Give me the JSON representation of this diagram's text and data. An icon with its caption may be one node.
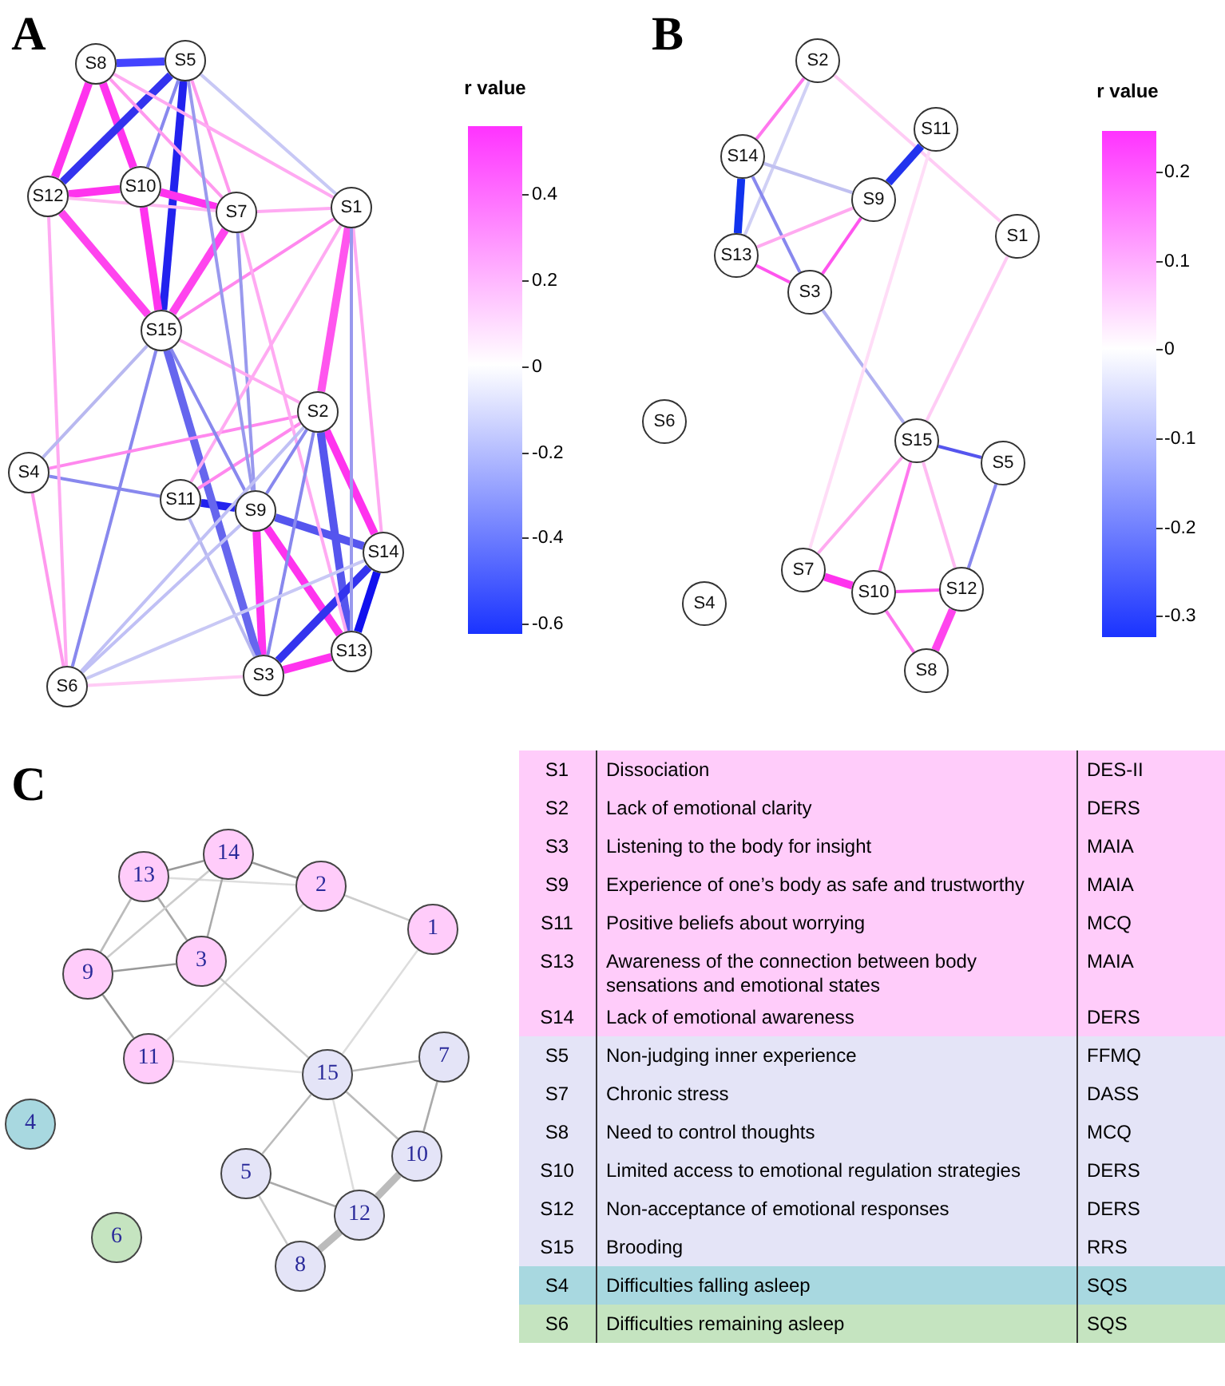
{
  "diagram": {
    "nodes": [
      {
        "text": [
          "S8"
        ]
      },
      {
        "text": [
          "S5"
        ]
      },
      {
        "text": [
          "S12"
        ]
      },
      {
        "text": [
          "S10"
        ]
      },
      {
        "text": [
          "S7"
        ]
      },
      {
        "text": [
          "S1"
        ]
      },
      {
        "text": [
          "S15"
        ]
      },
      {
        "text": [
          "S2"
        ]
      },
      {
        "text": [
          "S4"
        ]
      },
      {
        "text": [
          "S11"
        ]
      },
      {
        "text": [
          "S9"
        ]
      },
      {
        "text": [
          "S14"
        ]
      },
      {
        "text": [
          "S13"
        ]
      },
      {
        "text": [
          "S3"
        ]
      },
      {
        "text": [
          "S6"
        ]
      },
      {
        "text": [
          "S2"
        ]
      },
      {
        "text": [
          "S11"
        ]
      },
      {
        "text": [
          "S14"
        ]
      },
      {
        "text": [
          "S9"
        ]
      },
      {
        "text": [
          "S1"
        ]
      },
      {
        "text": [
          "S13"
        ]
      },
      {
        "text": [
          "S3"
        ]
      },
      {
        "text": [
          "S6"
        ]
      },
      {
        "text": [
          "S15"
        ]
      },
      {
        "text": [
          "S5"
        ]
      },
      {
        "text": [
          "S7"
        ]
      },
      {
        "text": [
          "S12"
        ]
      },
      {
        "text": [
          "S10"
        ]
      },
      {
        "text": [
          "S4"
        ]
      },
      {
        "text": [
          "S8"
        ]
      },
      {
        "text": [
          "14"
        ]
      },
      {
        "text": [
          "2"
        ]
      },
      {
        "text": [
          "13"
        ]
      },
      {
        "text": [
          "1"
        ]
      },
      {
        "text": [
          "3"
        ]
      },
      {
        "text": [
          "9"
        ]
      },
      {
        "text": [
          "11"
        ]
      },
      {
        "text": [
          "7"
        ]
      },
      {
        "text": [
          "15"
        ]
      },
      {
        "text": [
          "4"
        ]
      },
      {
        "text": [
          "10"
        ]
      },
      {
        "text": [
          "5"
        ]
      },
      {
        "text": [
          "12"
        ]
      },
      {
        "text": [
          "6"
        ]
      },
      {
        "text": [
          "8"
        ]
      }
    ],
    "edges": [
      {
        "from": 0,
        "to": 1,
        "arrow": "none",
        "style": "thick",
        "color": "#4444ff"
      },
      {
        "from": 0,
        "to": 2,
        "arrow": "none",
        "style": "thick",
        "color": "#ff33ee"
      },
      {
        "from": 0,
        "to": 3,
        "arrow": "none",
        "style": "thick",
        "color": "#ff33ee"
      },
      {
        "from": 1,
        "to": 2,
        "arrow": "none",
        "style": "thick",
        "color": "#3333ee"
      },
      {
        "from": 1,
        "to": 6,
        "arrow": "none",
        "style": "thick",
        "color": "#2222ee"
      },
      {
        "from": 2,
        "to": 3,
        "arrow": "none",
        "style": "thick",
        "color": "#ff33ee"
      },
      {
        "from": 3,
        "to": 4,
        "arrow": "none",
        "style": "thick",
        "color": "#ff33ee"
      },
      {
        "from": 3,
        "to": 6,
        "arrow": "none",
        "style": "thick",
        "color": "#ff33ee"
      },
      {
        "from": 2,
        "to": 6,
        "arrow": "none",
        "style": "thick",
        "color": "#ff44ee"
      },
      {
        "from": 4,
        "to": 6,
        "arrow": "none",
        "style": "thick",
        "color": "#ff44ee"
      },
      {
        "from": 5,
        "to": 7,
        "arrow": "none",
        "style": "thick",
        "color": "#ff55ee"
      },
      {
        "from": 7,
        "to": 11,
        "arrow": "none",
        "style": "thick",
        "color": "#ff33ee"
      },
      {
        "from": 7,
        "to": 12,
        "arrow": "none",
        "style": "thick",
        "color": "#5555ee"
      },
      {
        "from": 9,
        "to": 10,
        "arrow": "none",
        "style": "thick",
        "color": "#2222ee"
      },
      {
        "from": 10,
        "to": 11,
        "arrow": "none",
        "style": "thick",
        "color": "#5555ee"
      },
      {
        "from": 10,
        "to": 13,
        "arrow": "none",
        "style": "thick",
        "color": "#ff33ee"
      },
      {
        "from": 10,
        "to": 12,
        "arrow": "none",
        "style": "thick",
        "color": "#ff33ee"
      },
      {
        "from": 11,
        "to": 13,
        "arrow": "none",
        "style": "thick",
        "color": "#3333ee"
      },
      {
        "from": 11,
        "to": 12,
        "arrow": "none",
        "style": "thick",
        "color": "#1111ee"
      },
      {
        "from": 13,
        "to": 12,
        "arrow": "none",
        "style": "thick",
        "color": "#ff33ee"
      },
      {
        "from": 6,
        "to": 13,
        "arrow": "none",
        "style": "thick",
        "color": "#6666ee"
      },
      {
        "from": 14,
        "to": 6,
        "arrow": "none",
        "color": "#8888ee"
      },
      {
        "from": 8,
        "to": 9,
        "arrow": "none",
        "color": "#8888ee"
      },
      {
        "from": 8,
        "to": 7,
        "arrow": "none",
        "color": "#ff88ee"
      },
      {
        "from": 9,
        "to": 7,
        "arrow": "none",
        "color": "#ff88ee"
      },
      {
        "from": 5,
        "to": 6,
        "arrow": "none",
        "color": "#ff88ee"
      },
      {
        "from": 14,
        "to": 8,
        "arrow": "none",
        "color": "#ff99ee"
      },
      {
        "from": 1,
        "to": 3,
        "arrow": "none",
        "color": "#8888ee"
      },
      {
        "from": 1,
        "to": 4,
        "arrow": "none",
        "color": "#ff99ee"
      },
      {
        "from": 1,
        "to": 5,
        "arrow": "none",
        "color": "#c8c8f5"
      },
      {
        "from": 0,
        "to": 4,
        "arrow": "none",
        "color": "#ff99ee"
      },
      {
        "from": 0,
        "to": 5,
        "arrow": "none",
        "color": "#ffaaf2"
      },
      {
        "from": 2,
        "to": 4,
        "arrow": "none",
        "color": "#ffbbf2"
      },
      {
        "from": 2,
        "to": 14,
        "arrow": "none",
        "color": "#ffaaf2"
      },
      {
        "from": 4,
        "to": 5,
        "arrow": "none",
        "color": "#ffaaf2"
      },
      {
        "from": 4,
        "to": 10,
        "arrow": "none",
        "color": "#9999ee"
      },
      {
        "from": 4,
        "to": 12,
        "arrow": "none",
        "color": "#ffaaf2"
      },
      {
        "from": 5,
        "to": 9,
        "arrow": "none",
        "color": "#ffaaf2"
      },
      {
        "from": 5,
        "to": 11,
        "arrow": "none",
        "color": "#ffaaf2"
      },
      {
        "from": 5,
        "to": 12,
        "arrow": "none",
        "color": "#9999ee"
      },
      {
        "from": 6,
        "to": 7,
        "arrow": "none",
        "color": "#ffaaf2"
      },
      {
        "from": 6,
        "to": 10,
        "arrow": "none",
        "color": "#8888ee"
      },
      {
        "from": 1,
        "to": 10,
        "arrow": "none",
        "color": "#9999ee"
      },
      {
        "from": 7,
        "to": 10,
        "arrow": "none",
        "color": "#8888ee"
      },
      {
        "from": 7,
        "to": 13,
        "arrow": "none",
        "color": "#8888ee"
      },
      {
        "from": 8,
        "to": 6,
        "arrow": "none",
        "color": "#b8b8f0"
      },
      {
        "from": 9,
        "to": 13,
        "arrow": "none",
        "color": "#b8b8f0"
      },
      {
        "from": 14,
        "to": 10,
        "arrow": "none",
        "color": "#c0c0f5"
      },
      {
        "from": 14,
        "to": 7,
        "arrow": "none",
        "color": "#c0c0f5"
      },
      {
        "from": 14,
        "to": 13,
        "arrow": "none",
        "color": "#ffccf5"
      },
      {
        "from": 14,
        "to": 11,
        "arrow": "none",
        "color": "#c8c8f5"
      },
      {
        "from": 15,
        "to": 17,
        "arrow": "none",
        "color": "#ff77ee"
      },
      {
        "from": 15,
        "to": 20,
        "arrow": "none",
        "color": "#d0d0f5"
      },
      {
        "from": 15,
        "to": 19,
        "arrow": "none",
        "color": "#ffccf5"
      },
      {
        "from": 16,
        "to": 18,
        "arrow": "none",
        "style": "thick",
        "color": "#2233ee"
      },
      {
        "from": 17,
        "to": 20,
        "arrow": "none",
        "style": "thick",
        "color": "#1133ee"
      },
      {
        "from": 17,
        "to": 18,
        "arrow": "none",
        "color": "#c0c0f0"
      },
      {
        "from": 17,
        "to": 21,
        "arrow": "none",
        "color": "#8888ee"
      },
      {
        "from": 20,
        "to": 18,
        "arrow": "none",
        "color": "#ffaaf0"
      },
      {
        "from": 20,
        "to": 21,
        "arrow": "none",
        "color": "#ff55ee"
      },
      {
        "from": 18,
        "to": 21,
        "arrow": "none",
        "color": "#ff55ee"
      },
      {
        "from": 21,
        "to": 23,
        "arrow": "none",
        "color": "#b0b0f0"
      },
      {
        "from": 19,
        "to": 23,
        "arrow": "none",
        "color": "#ffccf5"
      },
      {
        "from": 16,
        "to": 25,
        "arrow": "none",
        "color": "#ffddf7"
      },
      {
        "from": 23,
        "to": 24,
        "arrow": "none",
        "color": "#5555ee"
      },
      {
        "from": 23,
        "to": 25,
        "arrow": "none",
        "color": "#ffaaf0"
      },
      {
        "from": 23,
        "to": 27,
        "arrow": "none",
        "color": "#ff77ee"
      },
      {
        "from": 23,
        "to": 26,
        "arrow": "none",
        "color": "#ffbbf2"
      },
      {
        "from": 24,
        "to": 26,
        "arrow": "none",
        "color": "#8888ee"
      },
      {
        "from": 25,
        "to": 27,
        "arrow": "none",
        "style": "thick",
        "color": "#ff33ee"
      },
      {
        "from": 27,
        "to": 26,
        "arrow": "none",
        "color": "#ff55ee"
      },
      {
        "from": 27,
        "to": 29,
        "arrow": "none",
        "color": "#ff77ee"
      },
      {
        "from": 26,
        "to": 29,
        "arrow": "none",
        "style": "thick",
        "color": "#ff44ee"
      },
      {
        "from": 32,
        "to": 30,
        "arrow": "none",
        "color": "#999999"
      },
      {
        "from": 32,
        "to": 31,
        "arrow": "none",
        "color": "#dddddd"
      },
      {
        "from": 30,
        "to": 31,
        "arrow": "none",
        "color": "#999999"
      },
      {
        "from": 31,
        "to": 33,
        "arrow": "none",
        "color": "#cccccc"
      },
      {
        "from": 32,
        "to": 35,
        "arrow": "none",
        "color": "#bbbbbb"
      },
      {
        "from": 32,
        "to": 34,
        "arrow": "none",
        "color": "#aaaaaa"
      },
      {
        "from": 30,
        "to": 35,
        "arrow": "none",
        "color": "#cccccc"
      },
      {
        "from": 30,
        "to": 34,
        "arrow": "none",
        "color": "#aaaaaa"
      },
      {
        "from": 35,
        "to": 34,
        "arrow": "none",
        "color": "#999999"
      },
      {
        "from": 35,
        "to": 36,
        "arrow": "none",
        "color": "#999999"
      },
      {
        "from": 36,
        "to": 31,
        "arrow": "none",
        "color": "#dddddd"
      },
      {
        "from": 34,
        "to": 38,
        "arrow": "none",
        "color": "#cccccc"
      },
      {
        "from": 33,
        "to": 38,
        "arrow": "none",
        "color": "#dddddd"
      },
      {
        "from": 36,
        "to": 38,
        "arrow": "none",
        "color": "#e4e4e4"
      },
      {
        "from": 38,
        "to": 37,
        "arrow": "none",
        "color": "#bbbbbb"
      },
      {
        "from": 38,
        "to": 40,
        "arrow": "none",
        "color": "#bbbbbb"
      },
      {
        "from": 38,
        "to": 41,
        "arrow": "none",
        "color": "#bbbbbb"
      },
      {
        "from": 38,
        "to": 42,
        "arrow": "none",
        "color": "#dddddd"
      },
      {
        "from": 37,
        "to": 40,
        "arrow": "none",
        "color": "#aaaaaa"
      },
      {
        "from": 40,
        "to": 42,
        "arrow": "none",
        "style": "thick",
        "color": "#bbbbbb"
      },
      {
        "from": 41,
        "to": 42,
        "arrow": "none",
        "color": "#aaaaaa"
      },
      {
        "from": 41,
        "to": 44,
        "arrow": "none",
        "color": "#cccccc"
      },
      {
        "from": 44,
        "to": 42,
        "arrow": "none",
        "style": "thick",
        "color": "#bbbbbb"
      }
    ],
    "labels": [
      "A",
      "B",
      "C",
      "r value",
      "0.4",
      "0.2",
      "0",
      "-0.2",
      "-0.4",
      "-0.6",
      "r value",
      "0.2",
      "0.1",
      "0",
      "-0.1",
      "-0.2",
      "-0.3",
      "S1",
      "Dissociation",
      "DES-II",
      "S2",
      "Lack of emotional clarity",
      "DERS",
      "S3",
      "Listening to the body for insight",
      "MAIA",
      "S9",
      "Experience of one’s body as safe and trustworthy",
      "MAIA",
      "S11",
      "Positive beliefs about worrying",
      "MCQ",
      "S13",
      "Awareness of the connection between body sensations and emotional states",
      "MAIA",
      "S14",
      "Lack of emotional awareness",
      "DERS",
      "S5",
      "Non-judging inner experience",
      "FFMQ",
      "S7",
      "Chronic stress",
      "DASS",
      "S8",
      "Need to control thoughts",
      "MCQ",
      "S10",
      "Limited access to emotional regulation strategies",
      "DERS",
      "S12",
      "Non-acceptance of emotional responses",
      "DERS",
      "S15",
      "Brooding",
      "RRS",
      "S4",
      "Difficulties falling asleep",
      "SQS",
      "S6",
      "Difficulties remaining asleep",
      "SQS"
    ]
  }
}
